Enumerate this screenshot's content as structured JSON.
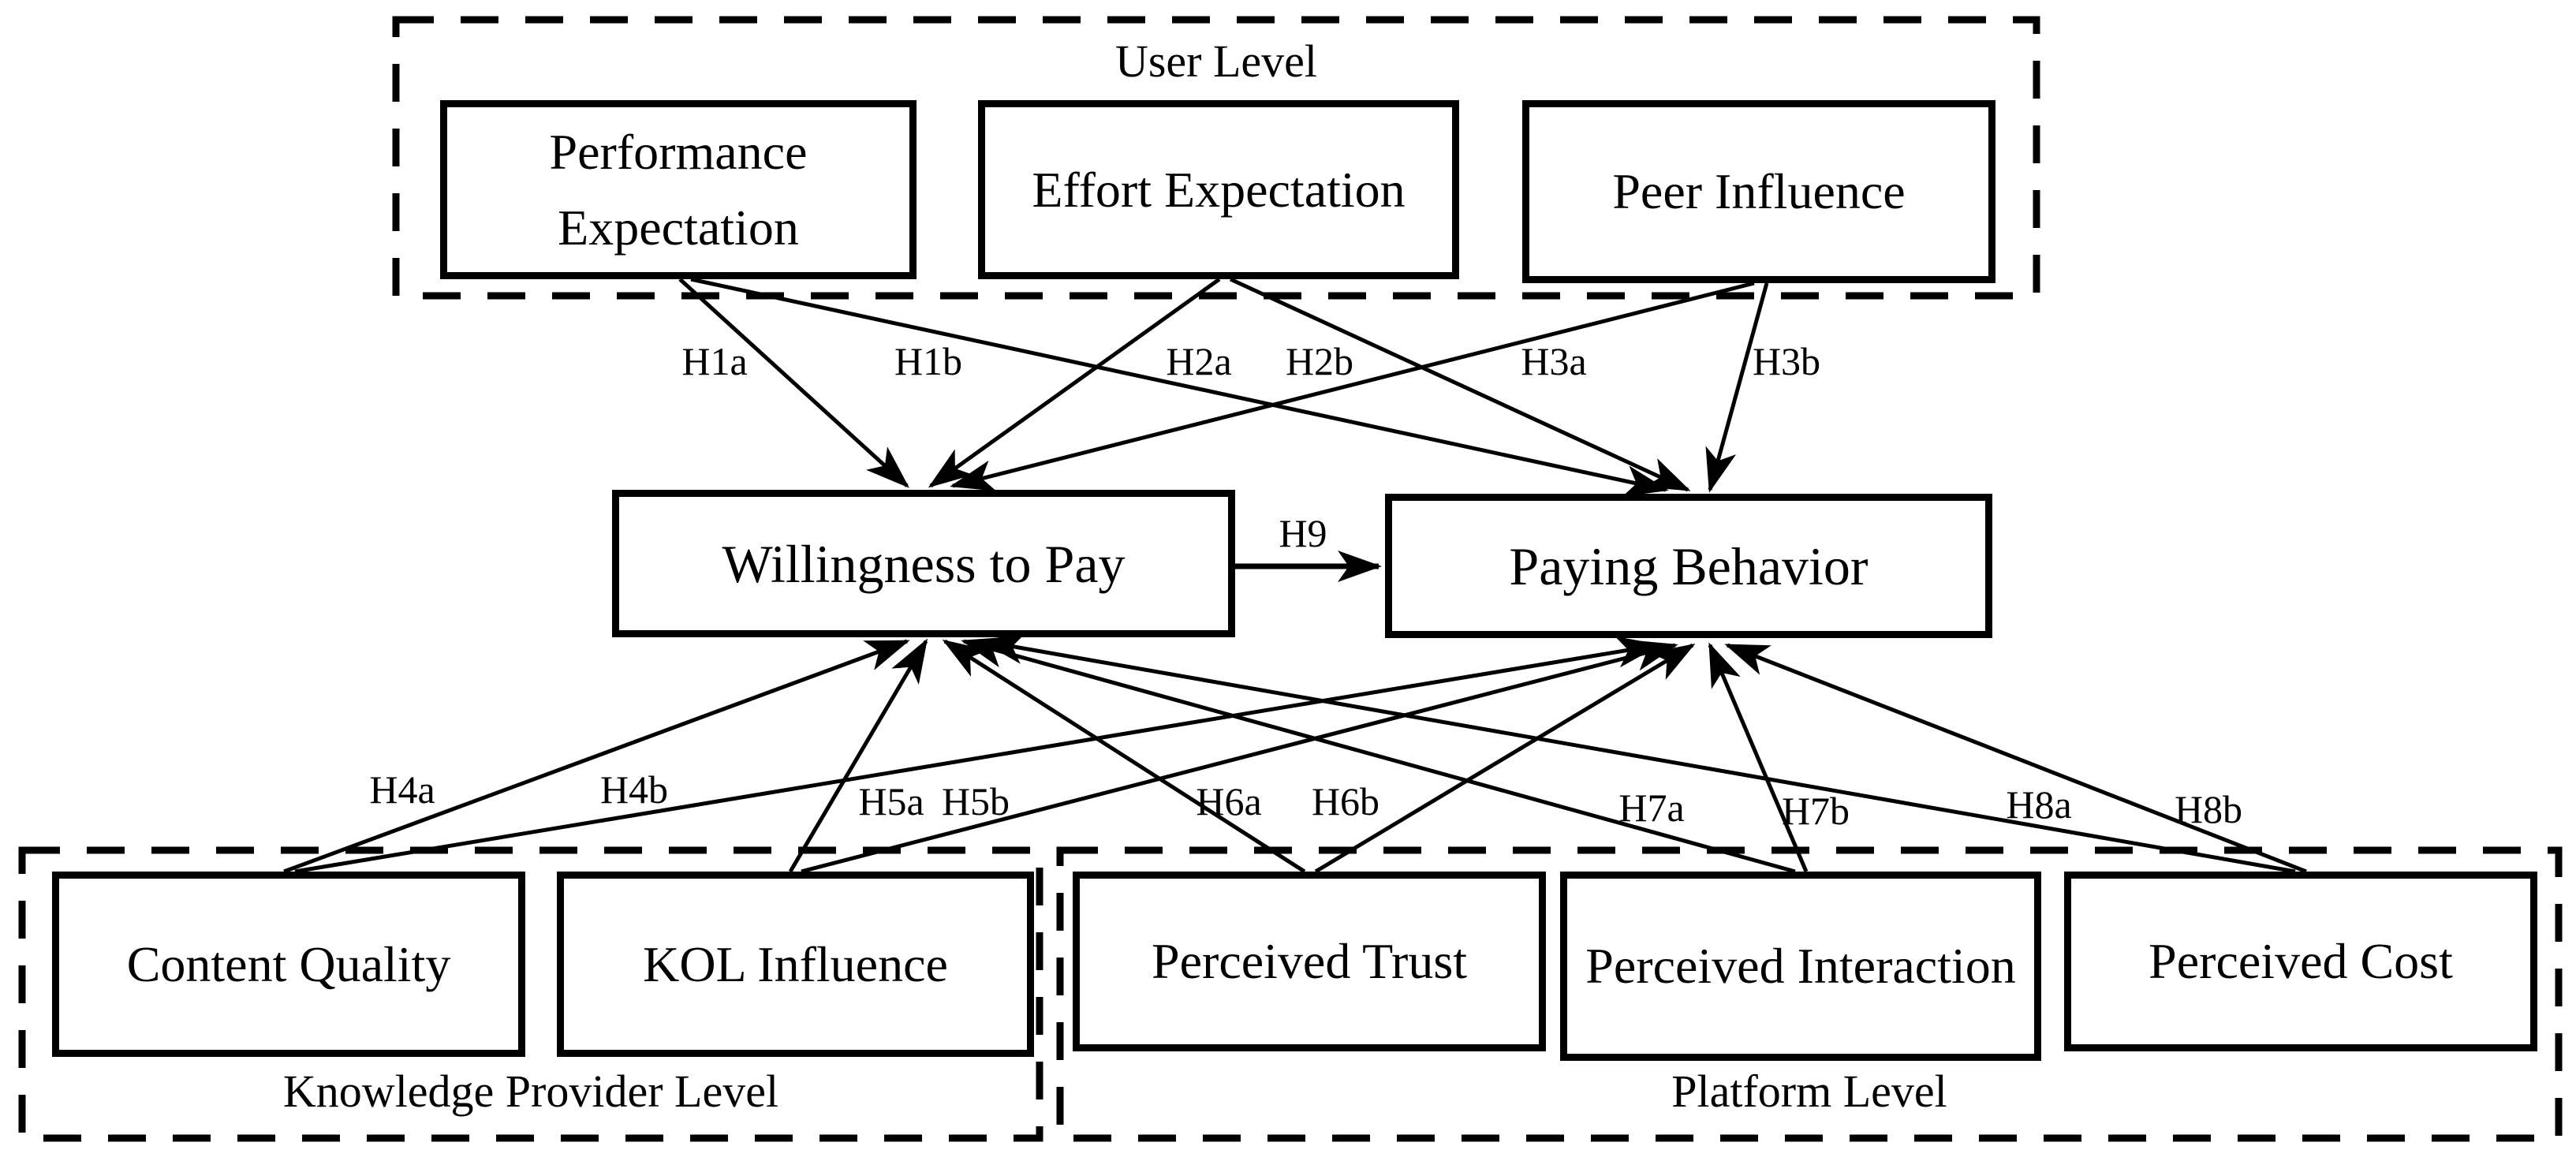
{
  "figure": {
    "background_color": "#ffffff",
    "line_color": "#000000"
  },
  "groups": {
    "user_level": {
      "label": "User Level"
    },
    "knowledge_provider_level": {
      "label": "Knowledge Provider Level"
    },
    "platform_level": {
      "label": "Platform Level"
    }
  },
  "nodes": {
    "performance_expectation": {
      "label": "Performance Expectation",
      "group": "user_level"
    },
    "effort_expectation": {
      "label": "Effort Expectation",
      "group": "user_level"
    },
    "peer_influence": {
      "label": "Peer Influence",
      "group": "user_level"
    },
    "willingness_to_pay": {
      "label": "Willingness to Pay",
      "group": null
    },
    "paying_behavior": {
      "label": "Paying Behavior",
      "group": null
    },
    "content_quality": {
      "label": "Content Quality",
      "group": "knowledge_provider_level"
    },
    "kol_influence": {
      "label": "KOL Influence",
      "group": "knowledge_provider_level"
    },
    "perceived_trust": {
      "label": "Perceived Trust",
      "group": "platform_level"
    },
    "perceived_interaction": {
      "label": "Perceived Interaction",
      "group": "platform_level"
    },
    "perceived_cost": {
      "label": "Perceived Cost",
      "group": "platform_level"
    }
  },
  "hypotheses": {
    "h1a": {
      "label": "H1a",
      "from": "performance_expectation",
      "to": "willingness_to_pay"
    },
    "h1b": {
      "label": "H1b",
      "from": "performance_expectation",
      "to": "paying_behavior"
    },
    "h2a": {
      "label": "H2a",
      "from": "effort_expectation",
      "to": "willingness_to_pay"
    },
    "h2b": {
      "label": "H2b",
      "from": "effort_expectation",
      "to": "paying_behavior"
    },
    "h3a": {
      "label": "H3a",
      "from": "peer_influence",
      "to": "willingness_to_pay"
    },
    "h3b": {
      "label": "H3b",
      "from": "peer_influence",
      "to": "paying_behavior"
    },
    "h4a": {
      "label": "H4a",
      "from": "content_quality",
      "to": "willingness_to_pay"
    },
    "h4b": {
      "label": "H4b",
      "from": "content_quality",
      "to": "paying_behavior"
    },
    "h5a": {
      "label": "H5a",
      "from": "kol_influence",
      "to": "willingness_to_pay"
    },
    "h5b": {
      "label": "H5b",
      "from": "kol_influence",
      "to": "paying_behavior"
    },
    "h6a": {
      "label": "H6a",
      "from": "perceived_trust",
      "to": "willingness_to_pay"
    },
    "h6b": {
      "label": "H6b",
      "from": "perceived_trust",
      "to": "paying_behavior"
    },
    "h7a": {
      "label": "H7a",
      "from": "perceived_interaction",
      "to": "willingness_to_pay"
    },
    "h7b": {
      "label": "H7b",
      "from": "perceived_interaction",
      "to": "paying_behavior"
    },
    "h8a": {
      "label": "H8a",
      "from": "perceived_cost",
      "to": "willingness_to_pay"
    },
    "h8b": {
      "label": "H8b",
      "from": "perceived_cost",
      "to": "paying_behavior"
    },
    "h9": {
      "label": "H9",
      "from": "willingness_to_pay",
      "to": "paying_behavior"
    }
  }
}
